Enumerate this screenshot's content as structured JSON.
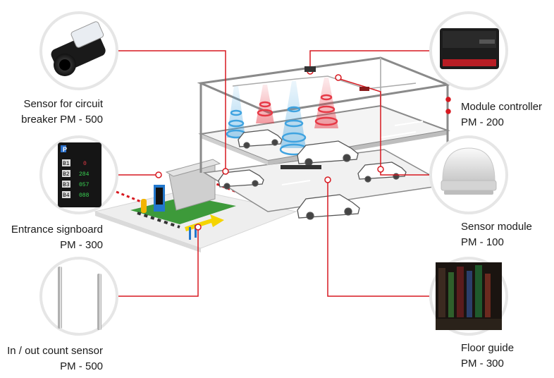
{
  "components": {
    "circuit_sensor": {
      "line1": "Sensor for circuit",
      "line2": "breaker PM - 500"
    },
    "entrance_signboard": {
      "line1": "Entrance signboard",
      "line2": "PM - 300",
      "rows": [
        {
          "id": "B1",
          "value": "0"
        },
        {
          "id": "B2",
          "value": "284"
        },
        {
          "id": "B3",
          "value": "057"
        },
        {
          "id": "B4",
          "value": "088"
        }
      ]
    },
    "count_sensor": {
      "line1": "In / out count sensor",
      "line2": "PM - 500"
    },
    "module_controller": {
      "line1": "Module controller",
      "line2": "PM - 200"
    },
    "sensor_module": {
      "line1": "Sensor module",
      "line2": "PM - 100"
    },
    "floor_guide": {
      "line1": "Floor guide",
      "line2": "PM - 300"
    }
  },
  "colors": {
    "accent": "#d71920",
    "ring": "#e6e6e6",
    "blue_beam": "#3fa3e0",
    "red_beam": "#e63946",
    "arrow": "#f5d400",
    "structure": "#8a8a8a"
  }
}
